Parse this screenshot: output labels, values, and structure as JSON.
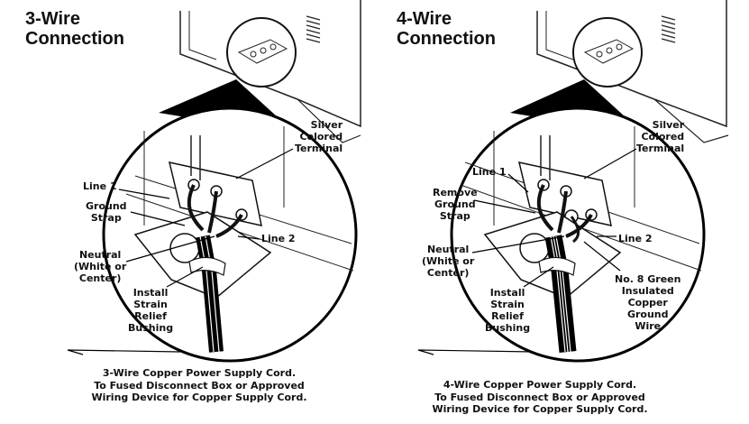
{
  "left": {
    "heading": [
      "3-Wire",
      "Connection"
    ],
    "labels": {
      "silver": [
        "Silver",
        "Colored",
        "Terminal"
      ],
      "line1": "Line 1",
      "ground_strap": [
        "Ground",
        "Strap"
      ],
      "line2": "Line 2",
      "neutral": [
        "Neutral",
        "(White or",
        "Center)"
      ],
      "bushing": [
        "Install",
        "Strain",
        "Relief",
        "Bushing"
      ]
    },
    "caption": [
      "3-Wire Copper Power Supply Cord.",
      "To Fused Disconnect Box or Approved",
      "Wiring Device for Copper Supply Cord."
    ]
  },
  "right": {
    "heading": [
      "4-Wire",
      "Connection"
    ],
    "labels": {
      "silver": [
        "Silver",
        "Colored",
        "Terminal"
      ],
      "line1": "Line 1",
      "ground_strap": [
        "Remove",
        "Ground",
        "Strap"
      ],
      "line2": "Line 2",
      "neutral": [
        "Neutral",
        "(White or",
        "Center)"
      ],
      "bushing": [
        "Install",
        "Strain",
        "Relief",
        "Bushing"
      ],
      "green_wire": [
        "No. 8 Green",
        "Insulated",
        "Copper",
        "Ground",
        "Wire"
      ]
    },
    "caption": [
      "4-Wire Copper Power Supply Cord.",
      "To Fused Disconnect Box or Approved",
      "Wiring Device for Copper Supply Cord."
    ]
  }
}
